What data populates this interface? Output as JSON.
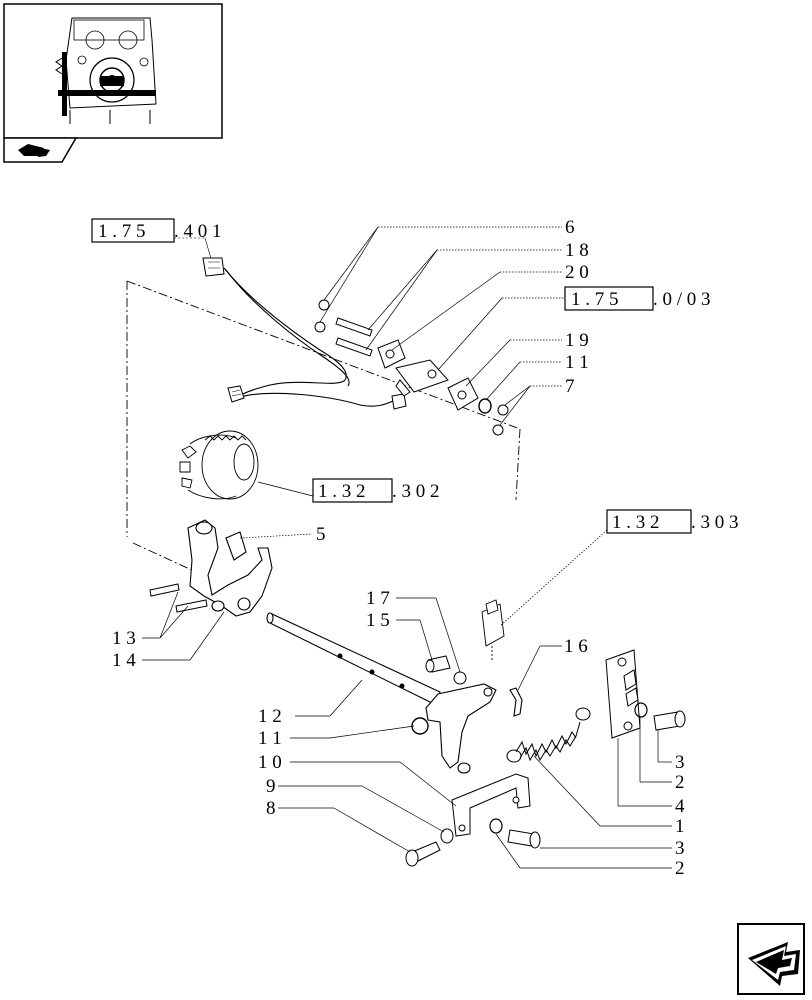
{
  "references": [
    {
      "boxed": "1 . 7 5",
      "suffix": ". 4   0 1"
    },
    {
      "boxed": "1 . 7 5",
      "suffix": ". 0 / 0 3"
    },
    {
      "boxed": "1 . 3 2",
      "suffix": ". 3   0 2"
    },
    {
      "boxed": "1 . 3 2",
      "suffix": ". 3   0 3"
    }
  ],
  "callouts": [
    "6",
    "1 8",
    "2 0",
    "1 9",
    "1 1",
    "7",
    "5",
    "1 3",
    "1 4",
    "1 7",
    "1 5",
    "1 6",
    "1 2",
    "1 1",
    "1 0",
    "9",
    "8",
    "3",
    "2",
    "4",
    "1",
    "3",
    "2"
  ],
  "icons": {
    "thumbnail": "assembly-location-thumbnail",
    "tab": "book-icon",
    "next": "next-page-arrow-icon"
  }
}
